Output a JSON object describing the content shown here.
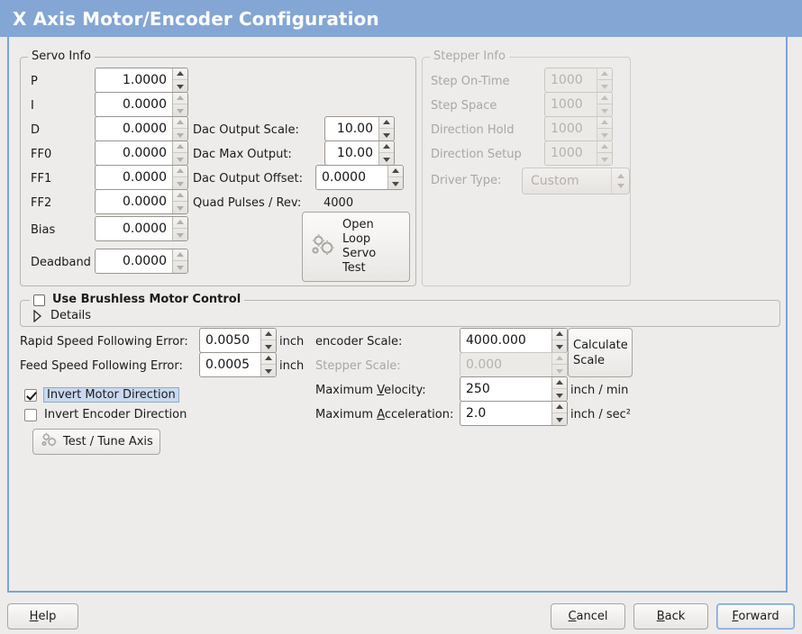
{
  "window": {
    "title": "X Axis Motor/Encoder Configuration",
    "title_bg": "#84a6d4",
    "title_fg": "#ffffff",
    "body_bg": "#edecea",
    "accent_border": "#7ca3d6"
  },
  "servo_info": {
    "legend": "Servo Info",
    "fields": [
      {
        "label": "P",
        "value": "1.0000"
      },
      {
        "label": "I",
        "value": "0.0000"
      },
      {
        "label": "D",
        "value": "0.0000"
      },
      {
        "label": "FF0",
        "value": "0.0000"
      },
      {
        "label": "FF1",
        "value": "0.0000"
      },
      {
        "label": "FF2",
        "value": "0.0000"
      },
      {
        "label": "Bias",
        "value": "0.0000"
      },
      {
        "label": "Deadband",
        "value": "0.0000"
      }
    ],
    "dac": [
      {
        "label": "Dac Output Scale:",
        "value": "10.00"
      },
      {
        "label": "Dac Max Output:",
        "value": "10.00"
      },
      {
        "label": "Dac Output Offset:",
        "value": "0.0000"
      }
    ],
    "quad_pulses_label": "Quad Pulses / Rev:",
    "quad_pulses_value": "4000",
    "open_loop_button": "Open\nLoop\nServo\nTest",
    "open_loop_lines": [
      "Open",
      "Loop",
      "Servo",
      "Test"
    ],
    "open_loop_icon": "gears-icon"
  },
  "stepper_info": {
    "legend": "Stepper Info",
    "disabled": true,
    "fields": [
      {
        "label": "Step On-Time",
        "value": "1000"
      },
      {
        "label": "Step Space",
        "value": "1000"
      },
      {
        "label": "Direction Hold",
        "value": "1000"
      },
      {
        "label": "Direction Setup",
        "value": "1000"
      }
    ],
    "driver_type_label": "Driver Type:",
    "driver_type_value": "Custom"
  },
  "brushless": {
    "legend": "Use Brushless Motor Control",
    "checked": false,
    "details_label": "Details",
    "details_expanded": false
  },
  "tuning": {
    "rapid_following_error": {
      "label": "Rapid Speed Following Error:",
      "value": "0.0050",
      "unit": "inch"
    },
    "feed_following_error": {
      "label": "Feed Speed Following Error:",
      "value": "0.0005",
      "unit": "inch"
    },
    "invert_motor": {
      "label": "Invert Motor Direction",
      "checked": true,
      "focused": true
    },
    "invert_encoder": {
      "label": "Invert Encoder Direction",
      "checked": false,
      "focused": false
    },
    "test_tune_button": "Test / Tune Axis",
    "test_tune_icon": "gears-icon"
  },
  "scales": {
    "encoder_scale": {
      "label": "encoder Scale:",
      "value": "4000.000",
      "unit": ""
    },
    "stepper_scale": {
      "label": "Stepper Scale:",
      "value": "0.000",
      "unit": "",
      "disabled": true
    },
    "max_velocity": {
      "label": "Maximum Velocity:",
      "label_pre": "Maximum ",
      "label_mn": "V",
      "label_post": "elocity:",
      "value": "250",
      "unit": "inch / min"
    },
    "max_acceleration": {
      "label": "Maximum Acceleration:",
      "label_pre": "Maximum ",
      "label_mn": "A",
      "label_post": "cceleration:",
      "value": "2.0",
      "unit": "inch / sec²"
    },
    "calculate_button_lines": [
      "Calculate",
      "Scale"
    ]
  },
  "footer": {
    "help": {
      "pre": "",
      "mn": "H",
      "post": "elp"
    },
    "cancel": {
      "pre": "",
      "mn": "C",
      "post": "ancel"
    },
    "back": {
      "pre": "",
      "mn": "B",
      "post": "ack"
    },
    "forward": {
      "pre": "",
      "mn": "F",
      "post": "orward",
      "focused": true
    }
  }
}
